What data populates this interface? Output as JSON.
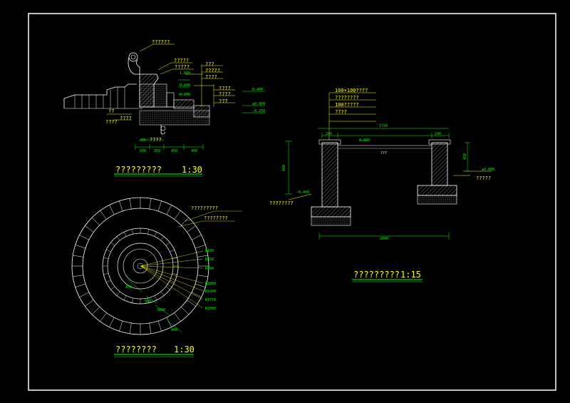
{
  "colors": {
    "background": "#000000",
    "frame": "#ffffff",
    "annotation": "#ffff00",
    "dimension": "#00ff00",
    "outline": "#ffffff",
    "hatch": "#c0c0c0"
  },
  "sections": {
    "fountain_section": {
      "title": "?????????",
      "scale": "1:30",
      "labels": [
        "??????",
        "?????",
        "?????",
        "???",
        "?????",
        "????",
        "????",
        "????",
        "???",
        "??",
        "????",
        "????"
      ],
      "levels": [
        "1.000",
        "0.600",
        "0.250",
        "0.400",
        "±0.000",
        "-0.250"
      ],
      "dims": [
        "600",
        "350",
        "450",
        "400",
        "200"
      ],
      "bottom_note": "????"
    },
    "fountain_plan": {
      "title": "????????",
      "scale": "1:30",
      "labels": [
        "?????????",
        "????????"
      ],
      "radii": [
        "R100",
        "R550",
        "R400",
        "R1000",
        "R1200",
        "R1750",
        "R2000"
      ],
      "dims": [
        "450",
        "900",
        "3800",
        "400"
      ]
    },
    "wall_section": {
      "title": "?????????",
      "scale": "1:15",
      "labels": [
        "100×100????",
        "????????",
        "100?????",
        "????",
        "?????",
        "????????"
      ],
      "dims": [
        "240",
        "1720",
        "240",
        "2000",
        "800",
        "450"
      ],
      "levels": [
        "0.400",
        "±0.000",
        "-0.400"
      ],
      "mid_label": "???"
    }
  }
}
